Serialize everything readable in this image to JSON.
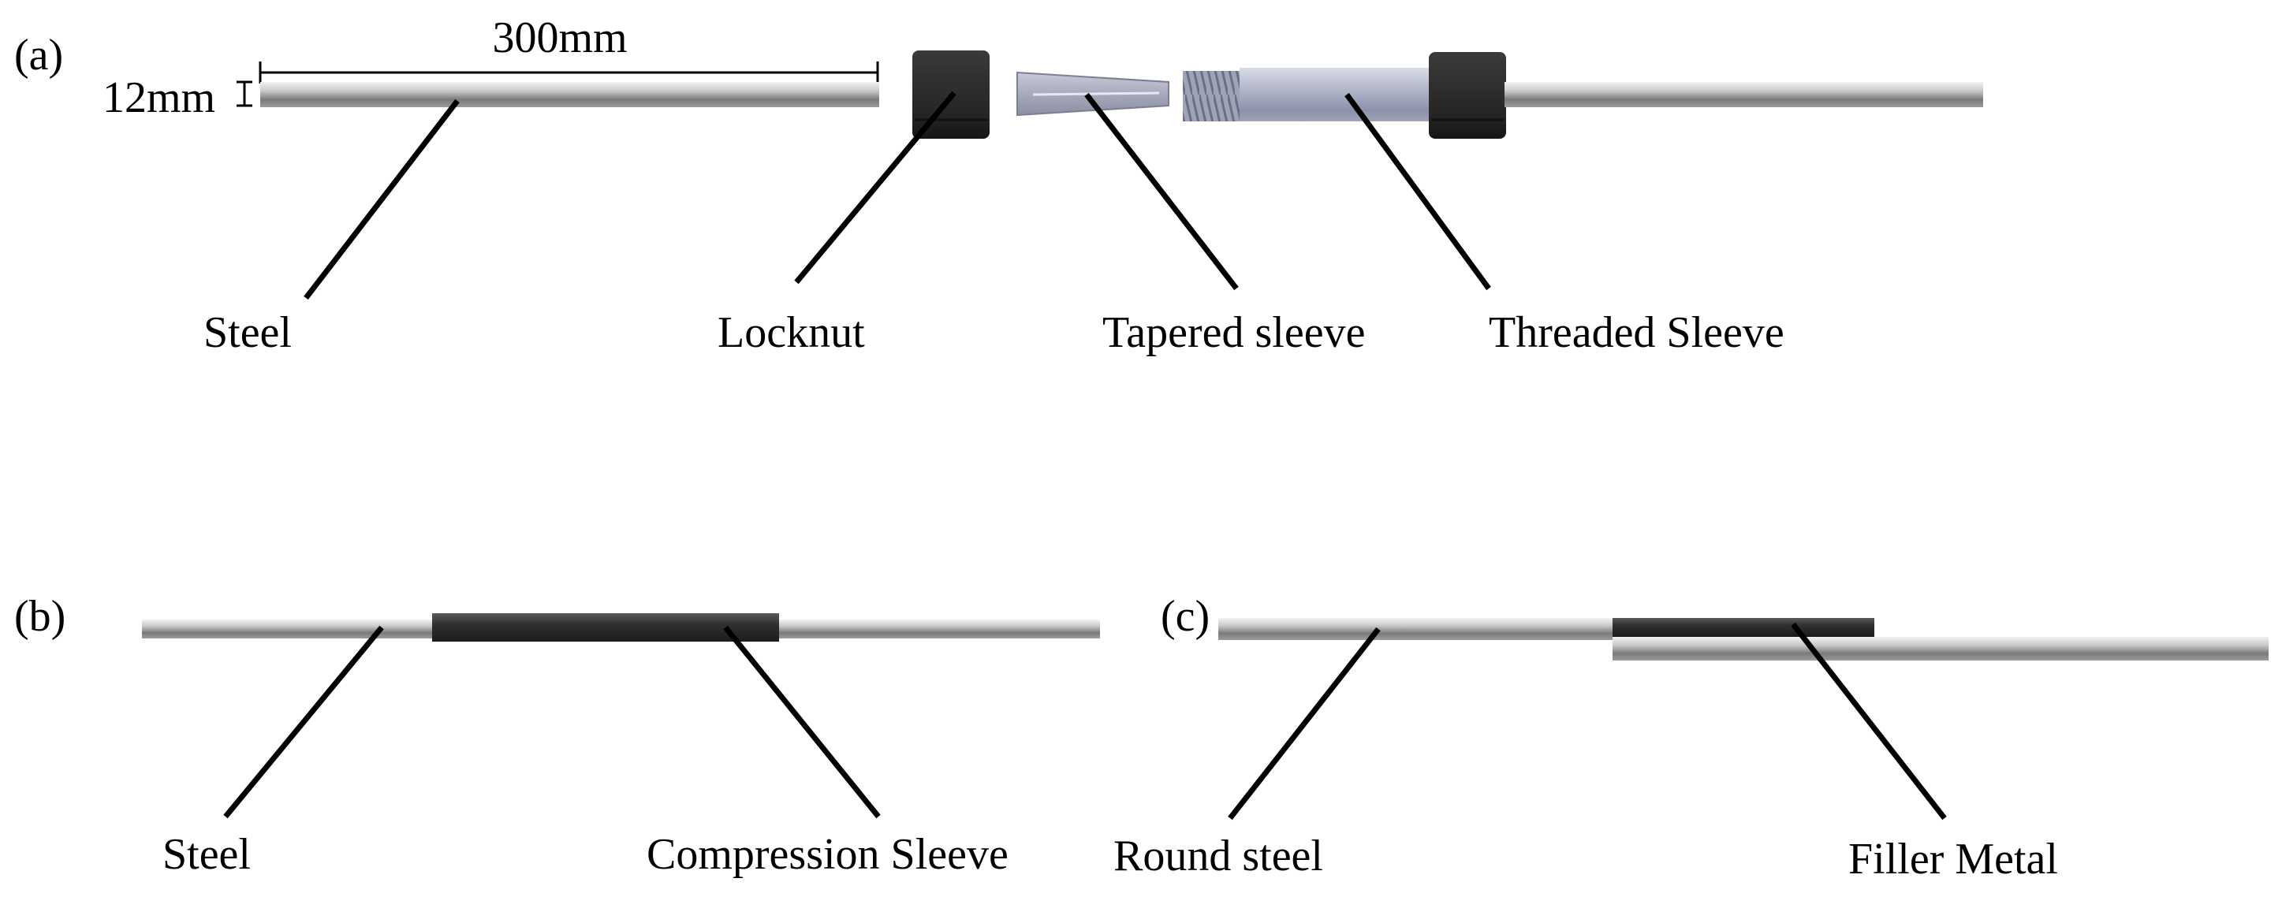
{
  "panels": {
    "a": {
      "tag": "(a)",
      "length_dimension": "300mm",
      "diameter_dimension": "12mm",
      "labels": {
        "steel": "Steel",
        "locknut": "Locknut",
        "tapered_sleeve": "Tapered sleeve",
        "threaded_sleeve": "Threaded Sleeve"
      }
    },
    "b": {
      "tag": "(b)",
      "labels": {
        "steel": "Steel",
        "compression_sleeve": "Compression Sleeve"
      }
    },
    "c": {
      "tag": "(c)",
      "labels": {
        "round_steel": "Round steel",
        "filler_metal": "Filler Metal"
      }
    }
  },
  "colors": {
    "steel_bar": "#8c8c8c",
    "locknut": "#2b2b2b",
    "sleeve_blue_gray": "#a7abc0",
    "compression_sleeve": "#333333",
    "filler_metal": "#3a3a3a",
    "leader_line": "#000000"
  }
}
